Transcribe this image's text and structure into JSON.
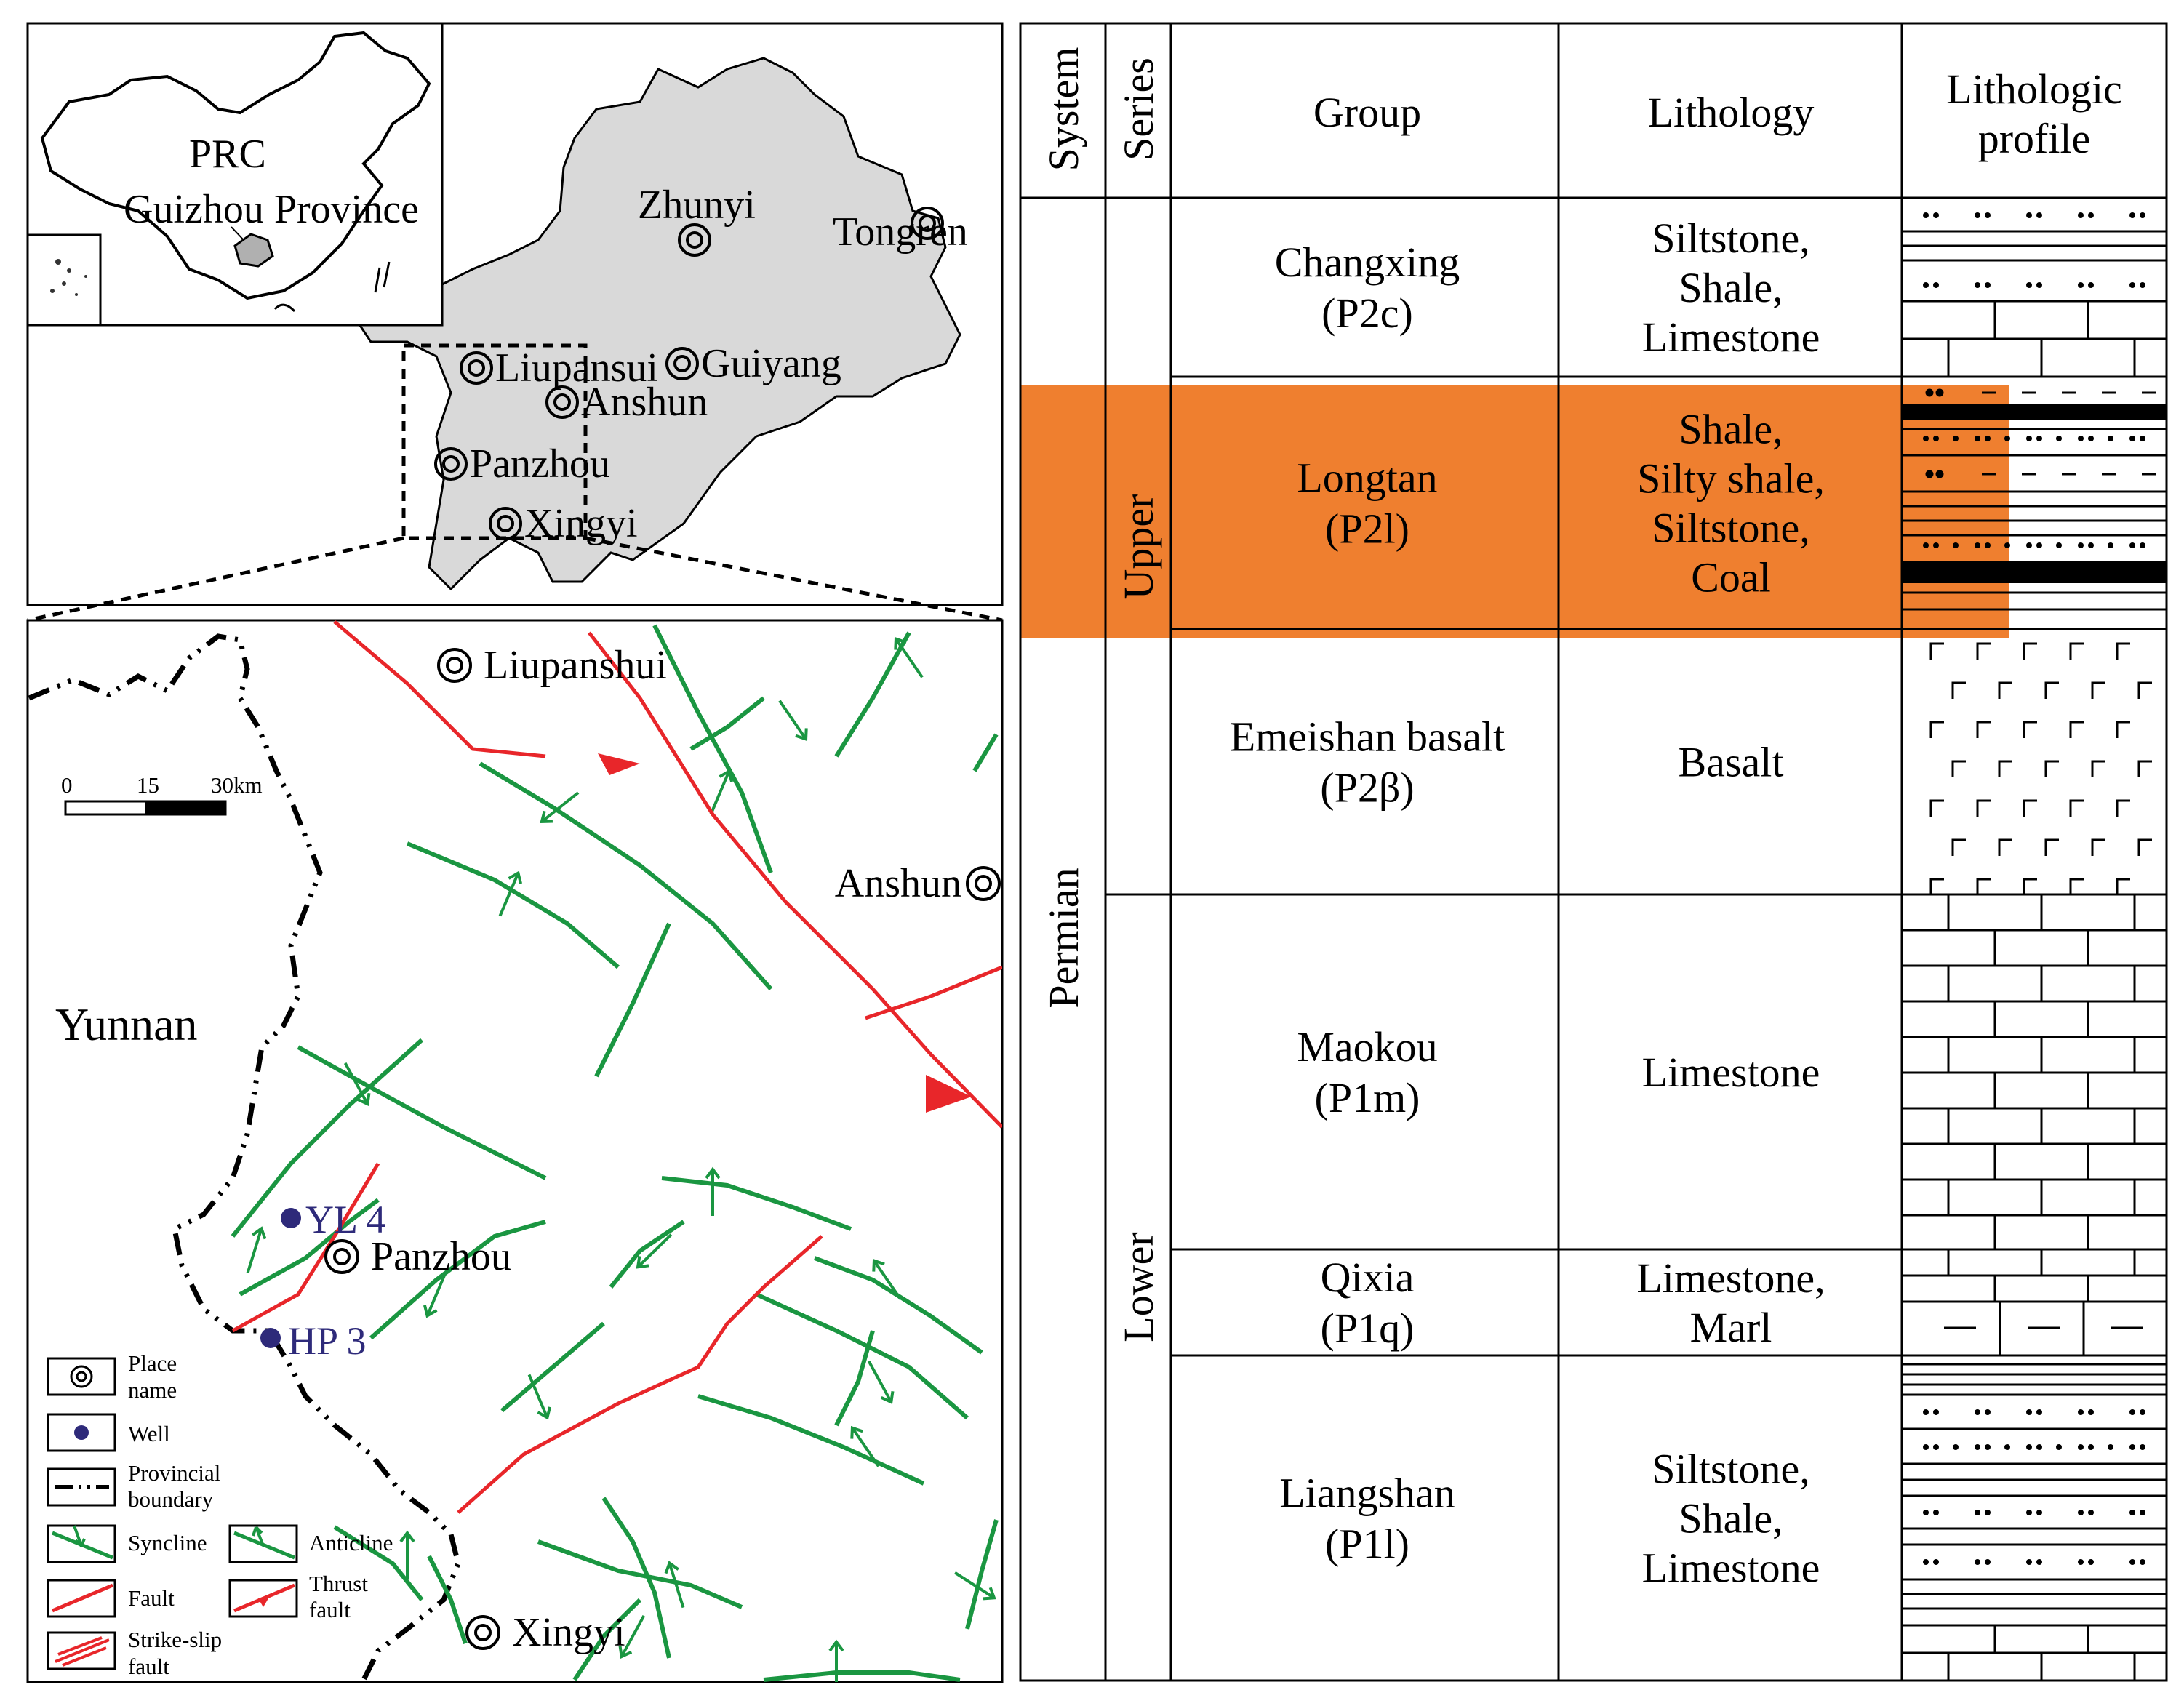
{
  "inset_map": {
    "prc_label": "PRC",
    "province_label": "Guizhou Province",
    "cities": [
      "Zhunyi",
      "Tongren",
      "Liupansui",
      "Guiyang",
      "Anshun",
      "Panzhou",
      "Xingyi"
    ]
  },
  "detail_map": {
    "region_label": "Yunnan",
    "places": [
      "Liupanshui",
      "Anshun",
      "Panzhou",
      "Xingyi"
    ],
    "wells": [
      "YL 4",
      "HP 3"
    ],
    "scale_ticks": [
      "0",
      "15",
      "30km"
    ],
    "legend": {
      "place_name": [
        "Place",
        "name"
      ],
      "well": "Well",
      "provincial_boundary": [
        "Provincial",
        "boundary"
      ],
      "syncline": "Syncline",
      "anticline": "Anticline",
      "fault": "Fault",
      "thrust_fault": [
        "Thrust",
        "fault"
      ],
      "strike_slip_fault": [
        "Strike-slip",
        "fault"
      ]
    },
    "colors": {
      "fold": "#1a9641",
      "fault": "#e8262a",
      "well": "#2e2a7a",
      "province_fill": "#d9d9d9"
    }
  },
  "column": {
    "headers": {
      "system": "System",
      "series": "Series",
      "group": "Group",
      "lithology": "Lithology",
      "profile": [
        "Lithologic",
        "profile"
      ]
    },
    "system": "Permian",
    "series": [
      "Upper",
      "Lower"
    ],
    "highlight_color": "#ef7f2f",
    "rows": [
      {
        "group": [
          "Changxing",
          "(P2c)"
        ],
        "lithology": [
          "Siltstone,",
          "Shale,",
          "Limestone"
        ]
      },
      {
        "group": [
          "Longtan",
          "(P2l)"
        ],
        "lithology": [
          "Shale,",
          "Silty shale,",
          "Siltstone,",
          "Coal"
        ]
      },
      {
        "group": [
          "Emeishan basalt",
          "(P2β)"
        ],
        "lithology": [
          "Basalt"
        ]
      },
      {
        "group": [
          "Maokou",
          "(P1m)"
        ],
        "lithology": [
          "Limestone"
        ]
      },
      {
        "group": [
          "Qixia",
          "(P1q)"
        ],
        "lithology": [
          "Limestone,",
          "Marl"
        ]
      },
      {
        "group": [
          "Liangshan",
          "(P1l)"
        ],
        "lithology": [
          "Siltstone,",
          "Shale,",
          "Limestone"
        ]
      }
    ]
  }
}
